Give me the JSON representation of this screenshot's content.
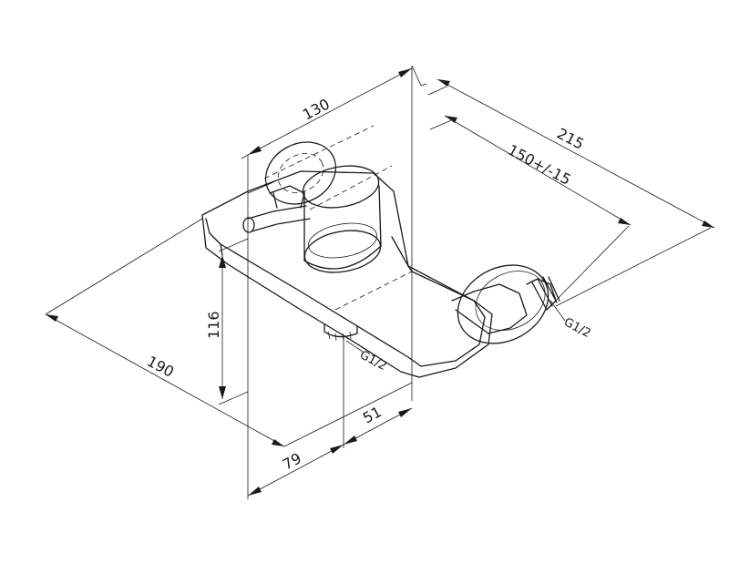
{
  "drawing": {
    "dimensions": {
      "d130": "130",
      "d215": "215",
      "d150": "150+/-15",
      "d116": "116",
      "d190": "190",
      "d79": "79",
      "d51": "51"
    },
    "threads": {
      "side": "G1/2",
      "bottom": "G1/2"
    }
  }
}
